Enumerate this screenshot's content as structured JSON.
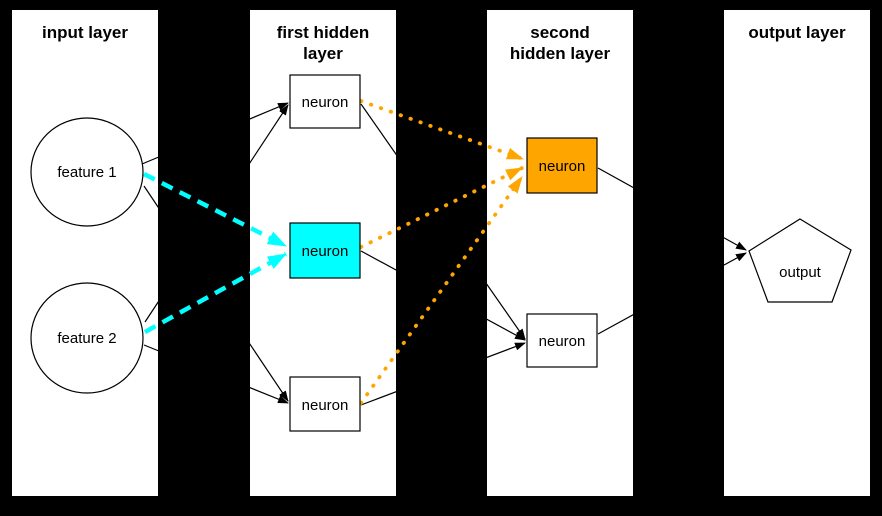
{
  "diagram_title": "neural network layers diagram",
  "colors": {
    "background": "#000000",
    "panel": "#ffffff",
    "edge": "#000000",
    "text": "#000000",
    "highlight_cyan": "#00ffff",
    "highlight_orange": "#ffa500",
    "node_border": "#000000",
    "node_fill_white": "#ffffff"
  },
  "layers": [
    {
      "id": "input-layer",
      "title_lines": [
        "input layer"
      ],
      "nodes": [
        {
          "label": "feature 1",
          "shape": "ellipse",
          "fill": "#ffffff"
        },
        {
          "label": "feature 2",
          "shape": "ellipse",
          "fill": "#ffffff"
        }
      ]
    },
    {
      "id": "first-hidden-layer",
      "title_lines": [
        "first hidden",
        "layer"
      ],
      "nodes": [
        {
          "label": "neuron",
          "shape": "box",
          "fill": "#ffffff"
        },
        {
          "label": "neuron",
          "shape": "box",
          "fill": "#00ffff"
        },
        {
          "label": "neuron",
          "shape": "box",
          "fill": "#ffffff"
        }
      ]
    },
    {
      "id": "second-hidden-layer",
      "title_lines": [
        "second",
        "hidden layer"
      ],
      "nodes": [
        {
          "label": "neuron",
          "shape": "box",
          "fill": "#ffa500"
        },
        {
          "label": "neuron",
          "shape": "box",
          "fill": "#ffffff"
        }
      ]
    },
    {
      "id": "output-layer",
      "title_lines": [
        "output layer"
      ],
      "nodes": [
        {
          "label": "output",
          "shape": "pentagon",
          "fill": "#ffffff"
        }
      ]
    }
  ],
  "edges": [
    {
      "from": "feature 1",
      "to": "first hidden neuron top",
      "color": "black",
      "style": "solid arrow"
    },
    {
      "from": "feature 1",
      "to": "first hidden neuron bottom",
      "color": "black",
      "style": "solid arrow"
    },
    {
      "from": "feature 2",
      "to": "first hidden neuron top",
      "color": "black",
      "style": "solid arrow"
    },
    {
      "from": "feature 2",
      "to": "first hidden neuron bottom",
      "color": "black",
      "style": "solid arrow"
    },
    {
      "from": "feature 1",
      "to": "first hidden neuron middle",
      "color": "cyan",
      "style": "bold dashed arrow"
    },
    {
      "from": "feature 2",
      "to": "first hidden neuron middle",
      "color": "cyan",
      "style": "bold dashed arrow"
    },
    {
      "from": "first hidden neuron top",
      "to": "second hidden neuron orange",
      "color": "orange",
      "style": "bold dotted arrow"
    },
    {
      "from": "first hidden neuron middle",
      "to": "second hidden neuron orange",
      "color": "orange",
      "style": "bold dotted arrow"
    },
    {
      "from": "first hidden neuron bottom",
      "to": "second hidden neuron orange",
      "color": "orange",
      "style": "bold dotted arrow"
    },
    {
      "from": "first hidden neuron top",
      "to": "second hidden neuron bottom",
      "color": "black",
      "style": "solid arrow"
    },
    {
      "from": "first hidden neuron middle",
      "to": "second hidden neuron bottom",
      "color": "black",
      "style": "solid arrow"
    },
    {
      "from": "first hidden neuron bottom",
      "to": "second hidden neuron bottom",
      "color": "black",
      "style": "solid arrow"
    },
    {
      "from": "second hidden neuron orange",
      "to": "output",
      "color": "black",
      "style": "solid arrow"
    },
    {
      "from": "second hidden neuron bottom",
      "to": "output",
      "color": "black",
      "style": "solid arrow"
    }
  ]
}
